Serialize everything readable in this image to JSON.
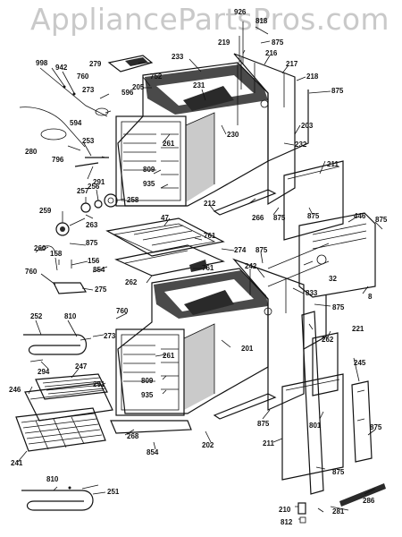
{
  "watermark": "AppliancePartsPros.com",
  "parts": [
    {
      "id": "p926",
      "text": "926"
    },
    {
      "id": "p818",
      "text": "818"
    },
    {
      "id": "p875a",
      "text": "875"
    },
    {
      "id": "p219",
      "text": "219"
    },
    {
      "id": "p998",
      "text": "998"
    },
    {
      "id": "p942",
      "text": "942"
    },
    {
      "id": "p279",
      "text": "279"
    },
    {
      "id": "p233",
      "text": "233"
    },
    {
      "id": "p216",
      "text": "216"
    },
    {
      "id": "p217",
      "text": "217"
    },
    {
      "id": "p218",
      "text": "218"
    },
    {
      "id": "p875b",
      "text": "875"
    },
    {
      "id": "p760a",
      "text": "760"
    },
    {
      "id": "p752",
      "text": "752"
    },
    {
      "id": "p205",
      "text": "205"
    },
    {
      "id": "p273a",
      "text": "273"
    },
    {
      "id": "p596",
      "text": "596"
    },
    {
      "id": "p231",
      "text": "231"
    },
    {
      "id": "p594",
      "text": "594"
    },
    {
      "id": "p230",
      "text": "230"
    },
    {
      "id": "p203",
      "text": "203"
    },
    {
      "id": "p280",
      "text": "280"
    },
    {
      "id": "p253",
      "text": "253"
    },
    {
      "id": "p261a",
      "text": "261"
    },
    {
      "id": "p232",
      "text": "232"
    },
    {
      "id": "p796",
      "text": "796"
    },
    {
      "id": "p291a",
      "text": "291"
    },
    {
      "id": "p809a",
      "text": "809"
    },
    {
      "id": "p211a",
      "text": "211"
    },
    {
      "id": "p935a",
      "text": "935"
    },
    {
      "id": "p257",
      "text": "257"
    },
    {
      "id": "p256",
      "text": "256"
    },
    {
      "id": "p258",
      "text": "258"
    },
    {
      "id": "p259",
      "text": "259"
    },
    {
      "id": "p263",
      "text": "263"
    },
    {
      "id": "p47",
      "text": "47"
    },
    {
      "id": "p212",
      "text": "212"
    },
    {
      "id": "p266",
      "text": "266"
    },
    {
      "id": "p875c",
      "text": "875"
    },
    {
      "id": "p875d",
      "text": "875"
    },
    {
      "id": "p446",
      "text": "446"
    },
    {
      "id": "p875e",
      "text": "875"
    },
    {
      "id": "p260",
      "text": "260"
    },
    {
      "id": "p875f",
      "text": "875"
    },
    {
      "id": "p761a",
      "text": "761"
    },
    {
      "id": "p274",
      "text": "274"
    },
    {
      "id": "p875g",
      "text": "875"
    },
    {
      "id": "p158",
      "text": "158"
    },
    {
      "id": "p156",
      "text": "156"
    },
    {
      "id": "p854a",
      "text": "854"
    },
    {
      "id": "p761b",
      "text": "761"
    },
    {
      "id": "p242",
      "text": "242"
    },
    {
      "id": "p32",
      "text": "32"
    },
    {
      "id": "p760b",
      "text": "760"
    },
    {
      "id": "p262a",
      "text": "262"
    },
    {
      "id": "p8",
      "text": "8"
    },
    {
      "id": "p275",
      "text": "275"
    },
    {
      "id": "p833",
      "text": "833"
    },
    {
      "id": "p875h",
      "text": "875"
    },
    {
      "id": "p252",
      "text": "252"
    },
    {
      "id": "p810a",
      "text": "810"
    },
    {
      "id": "p760c",
      "text": "760"
    },
    {
      "id": "p262b",
      "text": "262"
    },
    {
      "id": "p221",
      "text": "221"
    },
    {
      "id": "p273b",
      "text": "273"
    },
    {
      "id": "p261b",
      "text": "261"
    },
    {
      "id": "p201",
      "text": "201"
    },
    {
      "id": "p294",
      "text": "294"
    },
    {
      "id": "p247",
      "text": "247"
    },
    {
      "id": "p245",
      "text": "245"
    },
    {
      "id": "p291b",
      "text": "291"
    },
    {
      "id": "p809b",
      "text": "809"
    },
    {
      "id": "p246",
      "text": "246"
    },
    {
      "id": "p935b",
      "text": "935"
    },
    {
      "id": "p801",
      "text": "801"
    },
    {
      "id": "p875i",
      "text": "875"
    },
    {
      "id": "p875j",
      "text": "875"
    },
    {
      "id": "p268",
      "text": "268"
    },
    {
      "id": "p202",
      "text": "202"
    },
    {
      "id": "p211b",
      "text": "211"
    },
    {
      "id": "p854b",
      "text": "854"
    },
    {
      "id": "p241",
      "text": "241"
    },
    {
      "id": "p875k",
      "text": "875"
    },
    {
      "id": "p810b",
      "text": "810"
    },
    {
      "id": "p251",
      "text": "251"
    },
    {
      "id": "p286",
      "text": "286"
    },
    {
      "id": "p210",
      "text": "210"
    },
    {
      "id": "p281",
      "text": "281"
    },
    {
      "id": "p812",
      "text": "812"
    }
  ]
}
